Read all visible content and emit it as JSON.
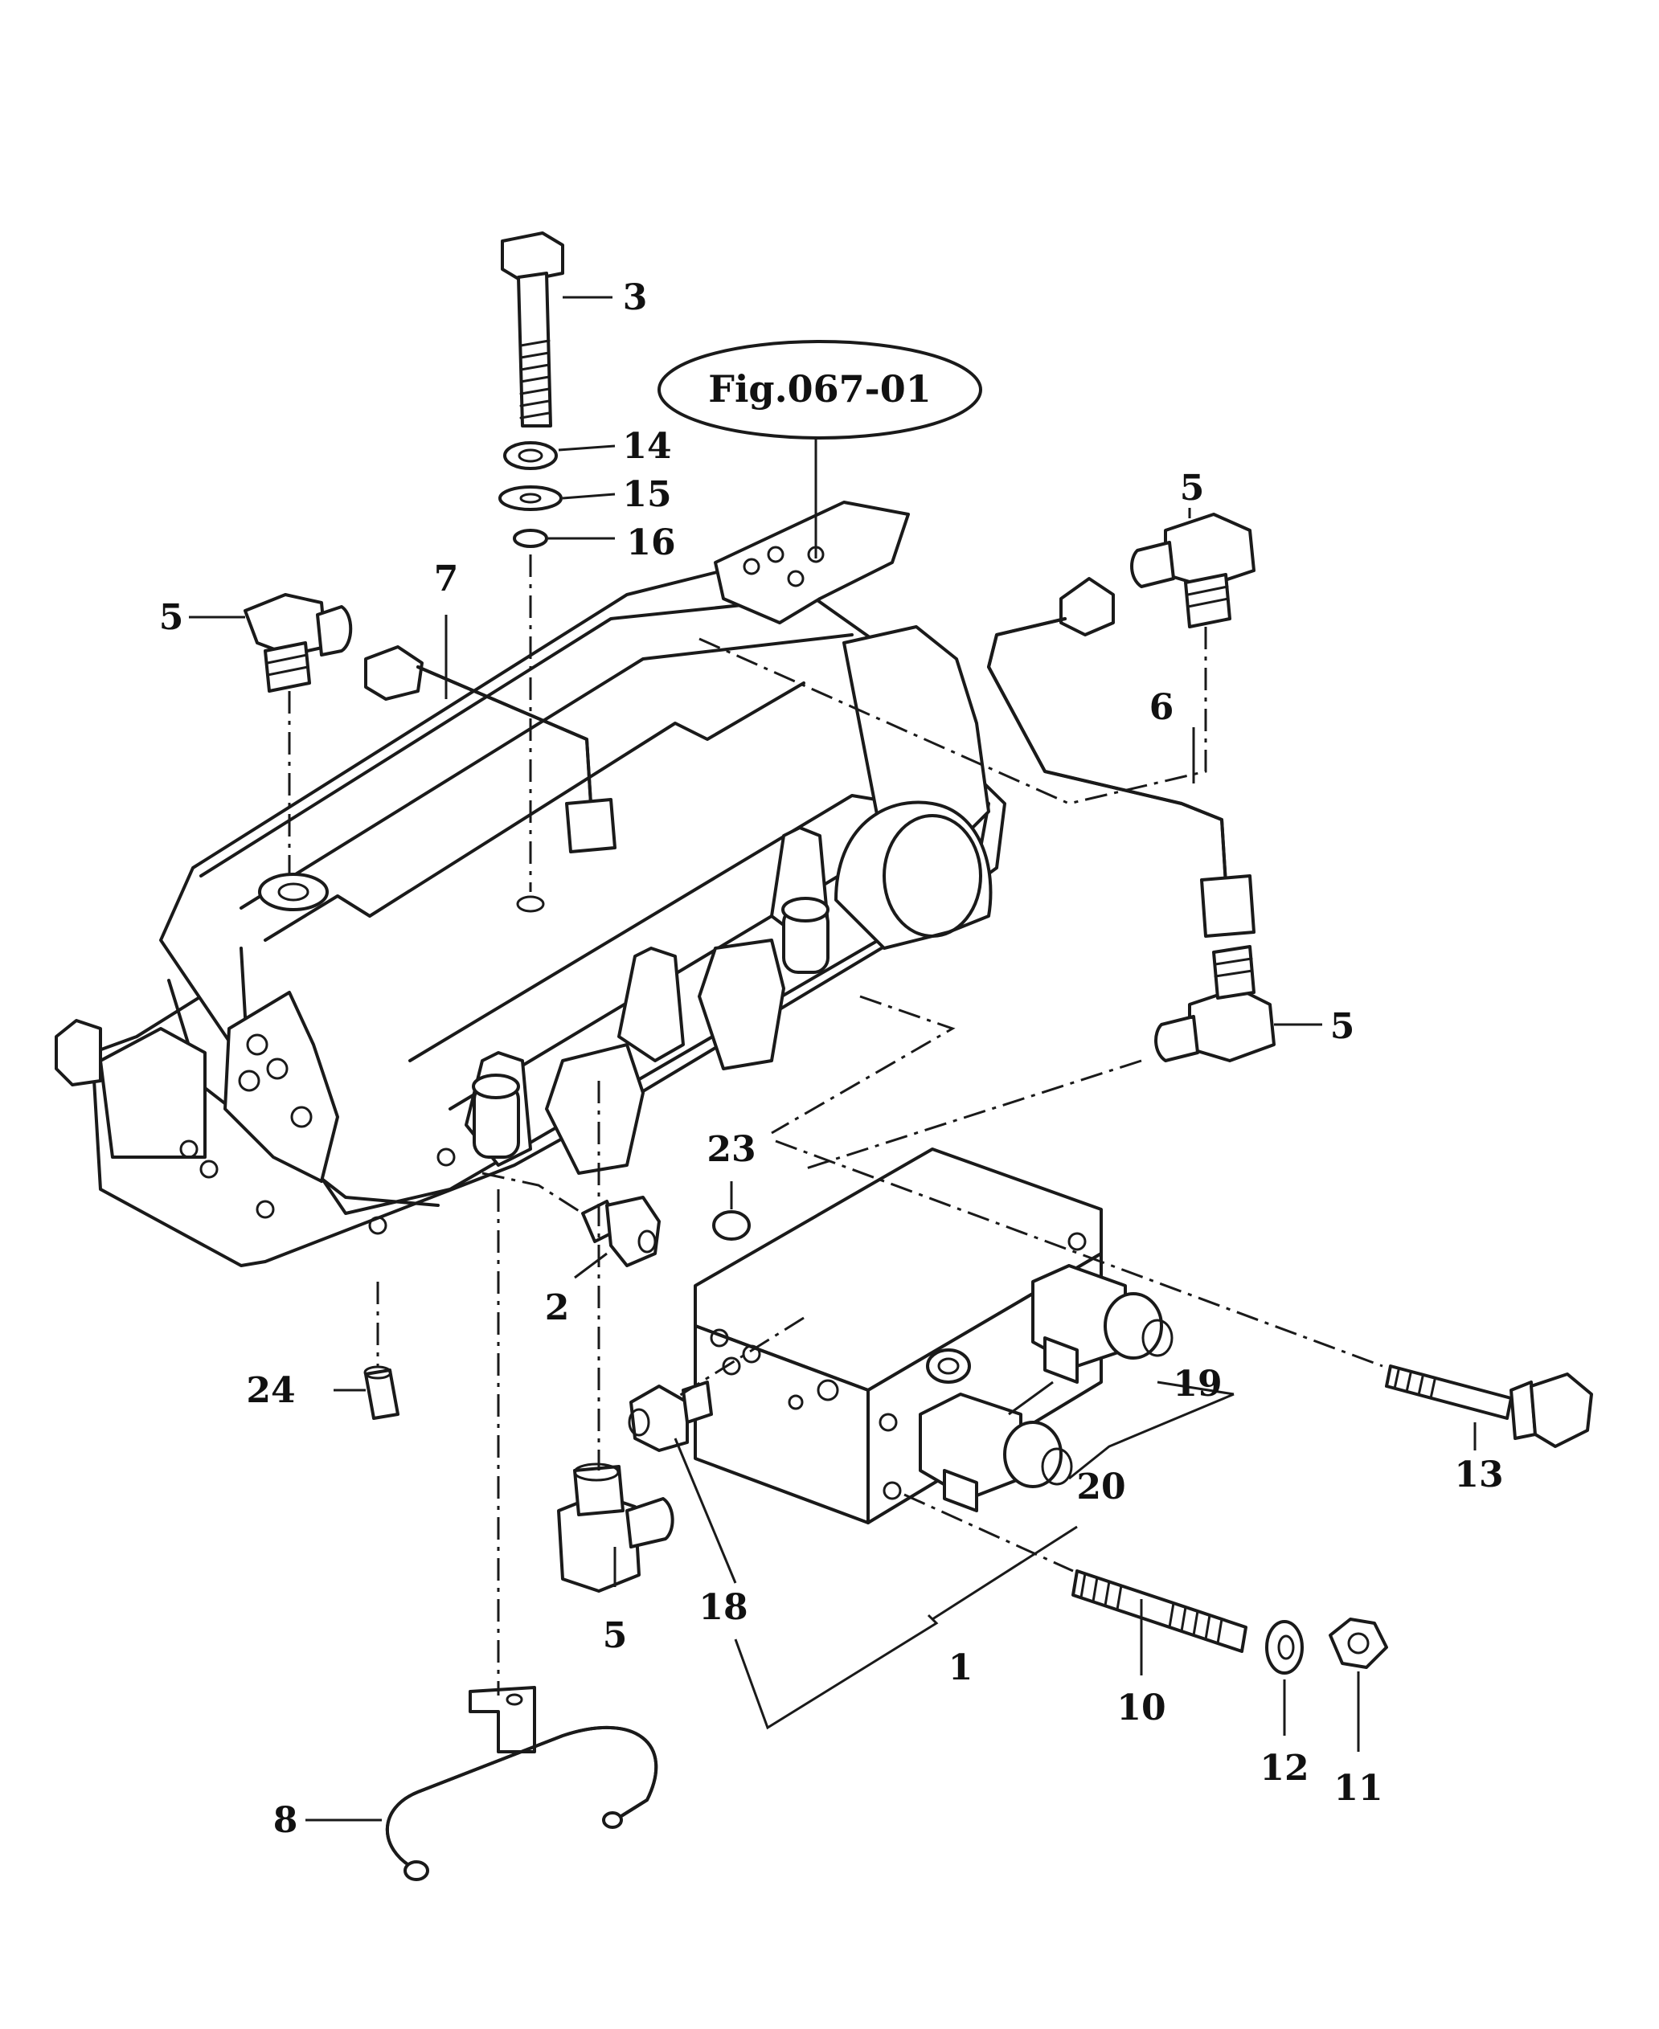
{
  "figure_reference": "Fig.067-01",
  "callouts": {
    "p1": "1",
    "p2": "2",
    "p3": "3",
    "p5_left": "5",
    "p5_top_right": "5",
    "p5_right": "5",
    "p5_bottom": "5",
    "p6": "6",
    "p7": "7",
    "p8": "8",
    "p10": "10",
    "p11": "11",
    "p12": "12",
    "p13": "13",
    "p14": "14",
    "p15": "15",
    "p16": "16",
    "p18": "18",
    "p19": "19",
    "p20": "20",
    "p23": "23",
    "p24": "24"
  }
}
